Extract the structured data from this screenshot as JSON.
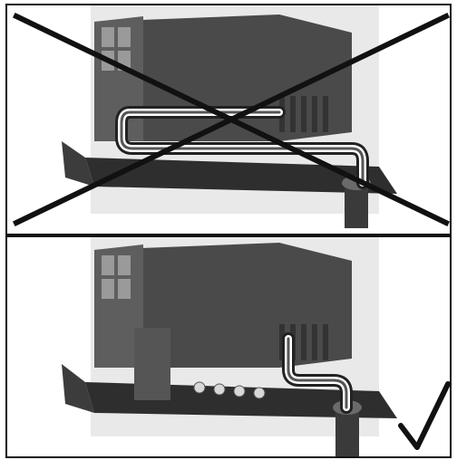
{
  "figure": {
    "panels": [
      {
        "id": "wrong",
        "verdict": "incorrect",
        "marker": "cross-mark-icon",
        "description_icon": "cable-routing-wrong"
      },
      {
        "id": "right",
        "verdict": "correct",
        "marker": "check-mark-icon",
        "description_icon": "cable-routing-correct"
      }
    ],
    "colors": {
      "frame": "#111111",
      "housing_dark": "#3a3a3a",
      "housing_mid": "#5a5a5a",
      "housing_light": "#8a8a8a",
      "backdrop": "#e6e6e6",
      "mark": "#111111"
    }
  }
}
